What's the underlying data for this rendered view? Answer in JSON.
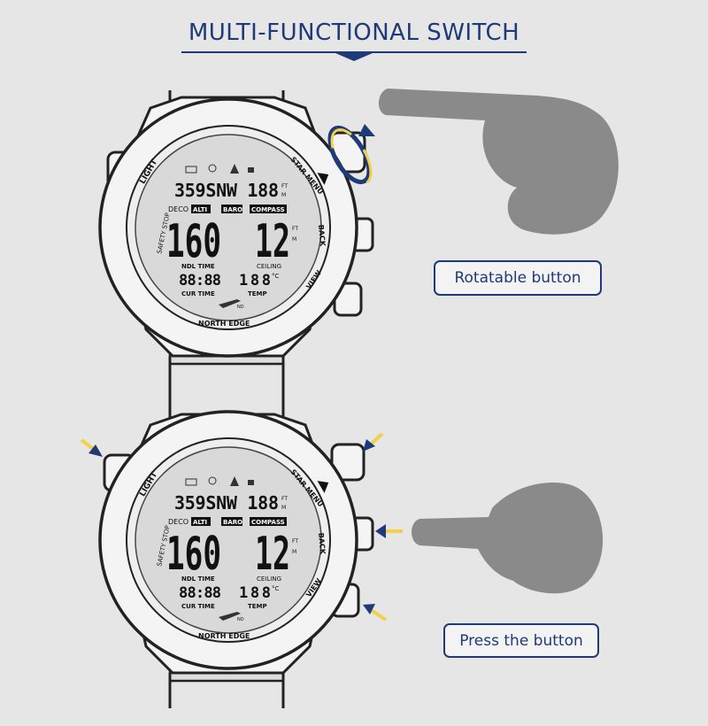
{
  "title": "MULTI-FUNCTIONAL SWITCH",
  "labels": {
    "rotatable": "Rotatable button",
    "press": "Press the button"
  },
  "watch": {
    "brand": "NORTH EDGE",
    "bezel": {
      "light": "LIGHT",
      "star_menu": "STAR MENU",
      "back": "BACK",
      "view": "VIEW",
      "safety_stop": "SAFETY STOP"
    },
    "display": {
      "top_row": "359SNW 188",
      "unit_ft": "FT",
      "unit_m": "M",
      "deco": "DECO",
      "alti": "ALTI",
      "baro": "BARO",
      "compass": "COMPASS",
      "big_left": "160",
      "big_right": "12",
      "side_ft": "FT",
      "side_m": "M",
      "ndl_time": "NDL TIME",
      "ceiling": "CEILING",
      "time_value": "88:88",
      "temp_value": "188",
      "temp_unit": "°C",
      "cur_time": "CUR TIME",
      "temp": "TEMP",
      "small_icon_text": "ND"
    }
  },
  "colors": {
    "accent": "#1f3a78",
    "arrow_yellow": "#f2d04a",
    "hand_gray": "#8a8a8a",
    "background": "#e6e6e6"
  }
}
